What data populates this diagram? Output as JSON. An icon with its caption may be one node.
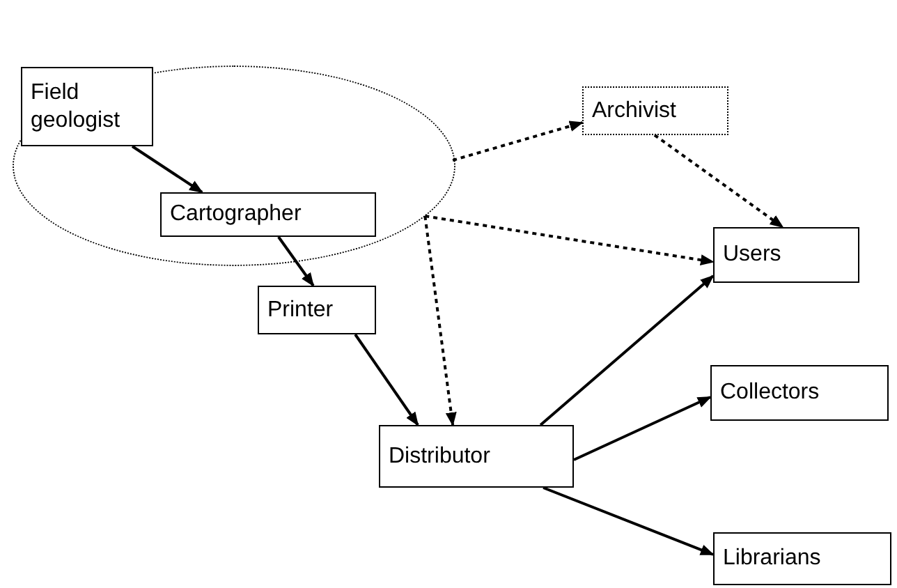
{
  "diagram": {
    "nodes": [
      {
        "text": [],
        "shape": "ellipse"
      },
      {
        "text": [
          "Field geologist"
        ],
        "in": 0
      },
      {
        "text": [
          "Cartographer"
        ],
        "in": 0
      },
      {
        "text": [
          "Printer"
        ]
      },
      {
        "text": [
          "Distributor"
        ]
      },
      {
        "text": [
          "Archivist"
        ]
      },
      {
        "text": [
          "Users"
        ]
      },
      {
        "text": [
          "Collectors"
        ]
      },
      {
        "text": [
          "Librarians"
        ]
      }
    ],
    "edges": [
      {
        "from": 1,
        "to": 2,
        "arrow": "to"
      },
      {
        "from": 2,
        "to": 3,
        "arrow": "to"
      },
      {
        "from": 3,
        "to": 4,
        "arrow": "to"
      },
      {
        "from": 0,
        "to": 5,
        "arrow": "to",
        "style": "dashed"
      },
      {
        "from": 0,
        "to": 6,
        "arrow": "to",
        "style": "dashed"
      },
      {
        "from": 0,
        "to": 4,
        "arrow": "to",
        "style": "dashed"
      },
      {
        "from": 5,
        "to": 6,
        "arrow": "to",
        "style": "dashed"
      },
      {
        "from": 4,
        "to": 6,
        "arrow": "to"
      },
      {
        "from": 4,
        "to": 7,
        "arrow": "to"
      },
      {
        "from": 4,
        "to": 8,
        "arrow": "to"
      }
    ]
  }
}
